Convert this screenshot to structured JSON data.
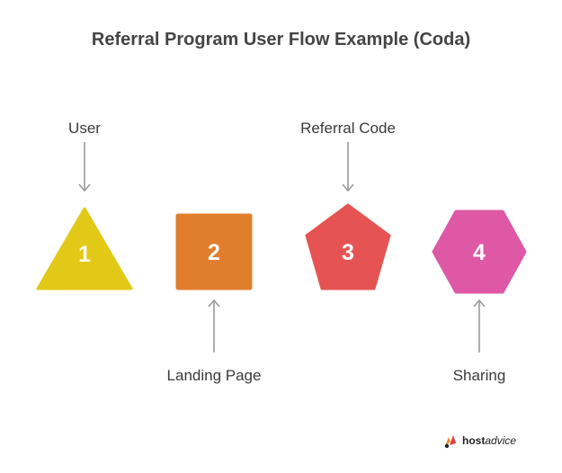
{
  "title": "Referral Program User Flow Example (Coda)",
  "steps": [
    {
      "number": "1",
      "label": "User",
      "shape": "triangle",
      "color": "#e2c918",
      "label_position": "top"
    },
    {
      "number": "2",
      "label": "Landing Page",
      "shape": "square",
      "color": "#e07e2e",
      "label_position": "bottom"
    },
    {
      "number": "3",
      "label": "Referral Code",
      "shape": "pentagon",
      "color": "#e55452",
      "label_position": "top"
    },
    {
      "number": "4",
      "label": "Sharing",
      "shape": "hexagon",
      "color": "#de58a5",
      "label_position": "bottom"
    }
  ],
  "arrow_color": "#9a9a9a",
  "logo": {
    "brand_bold": "host",
    "brand_italic": "advice",
    "icon": "hostadvice-logo-icon",
    "colors": [
      "#f08a24",
      "#e53935",
      "#222222"
    ]
  }
}
